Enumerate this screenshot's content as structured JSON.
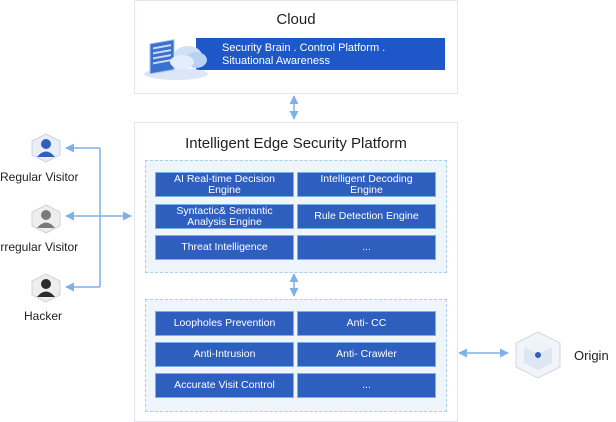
{
  "cloud": {
    "title": "Cloud",
    "banner_line1": "Security Brain .  Control Platform .",
    "banner_line2": "Situational Awareness"
  },
  "platform": {
    "title": "Intelligent Edge Security Platform",
    "engines": [
      "AI Real-time Decision\nEngine",
      "Intelligent Decoding\nEngine",
      "Syntactic& Semantic\nAnalysis Engine",
      "Rule Detection Engine",
      "Threat Intelligence",
      "..."
    ],
    "protections": [
      "Loopholes Prevention",
      "Anti- CC",
      "Anti-Intrusion",
      "Anti- Crawler",
      "Accurate Visit Control",
      "..."
    ]
  },
  "visitors": {
    "regular": "Regular Visitor",
    "irregular": "Irregular Visitor",
    "hacker": "Hacker"
  },
  "origin": "Origin",
  "colors": {
    "box_fill": "#2e5fbf",
    "banner_fill": "#1e58c8",
    "arrow": "#7fb1e8",
    "group_fill": "#eef6fb"
  }
}
